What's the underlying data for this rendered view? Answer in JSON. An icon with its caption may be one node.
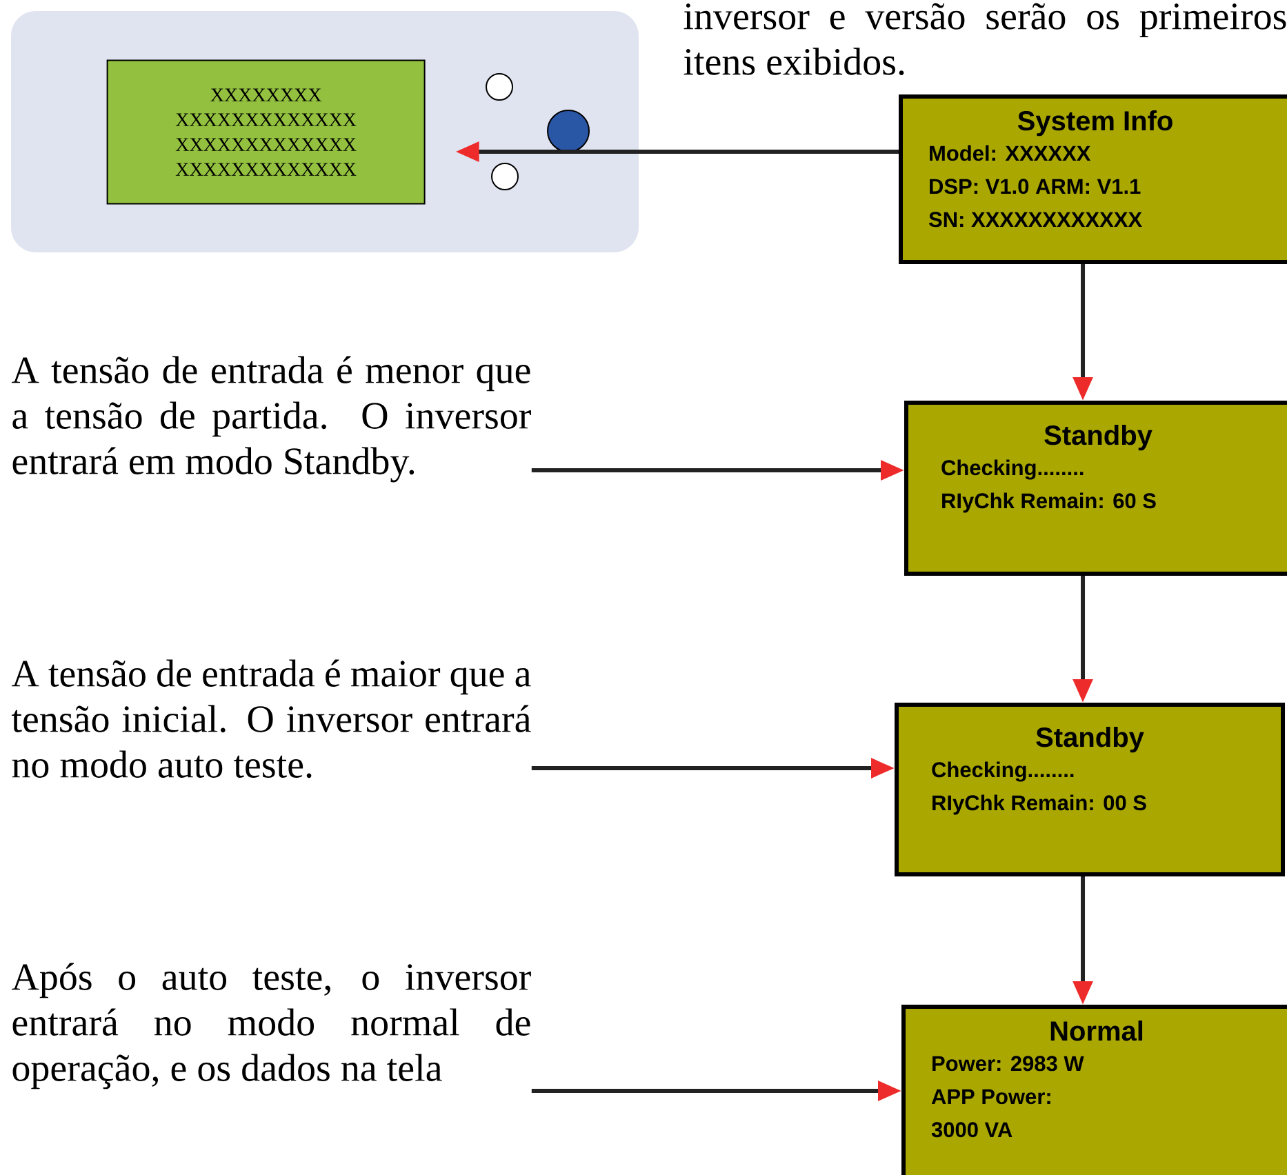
{
  "diagram": {
    "nodes": [
      {
        "text": [],
        "shape": "box"
      },
      {
        "text": [
          "XXXXXXXX XXXXXXXXXXXXX XXXXXXXXXXXXX XXXXXXXXXXXXX"
        ],
        "in": 0
      },
      {
        "text": [
          "System Info",
          "Model: XXXXXX",
          "DSP: V1.0 ARM: V1.1",
          "SN: XXXXXXXXXXXX"
        ]
      },
      {
        "text": [
          "Standby",
          "Checking........",
          "RIyChk Remain: 60 S"
        ]
      },
      {
        "text": [
          "A tensão de entrada é menor que a tensão de partida. O inversor entrará em modo Standby."
        ]
      },
      {
        "text": [
          "Standby",
          "Checking........",
          "RIyChk Remain: 00 S"
        ]
      },
      {
        "text": [
          "A tensão de entrada é maior que a tensão inicial. O inversor entrará no modo auto teste."
        ]
      },
      {
        "text": [
          "Normal",
          "Power: 2983 W",
          "APP Power:",
          "3000 VA"
        ]
      },
      {
        "text": [
          "Após o auto teste, o inversor entrará no modo normal de operação, e os dados na tela"
        ]
      }
    ],
    "edges": [
      {
        "from": 2,
        "to": 1,
        "arrow": "to"
      },
      {
        "from": 2,
        "to": 3,
        "arrow": "to"
      },
      {
        "from": 4,
        "to": 3,
        "arrow": "to"
      },
      {
        "from": 3,
        "to": 5,
        "arrow": "to"
      },
      {
        "from": 6,
        "to": 5,
        "arrow": "to"
      },
      {
        "from": 5,
        "to": 7,
        "arrow": "to"
      },
      {
        "from": 8,
        "to": 7,
        "arrow": "to"
      }
    ],
    "labels": [
      "inversor e versão serão os primeiros itens exibidos."
    ]
  }
}
